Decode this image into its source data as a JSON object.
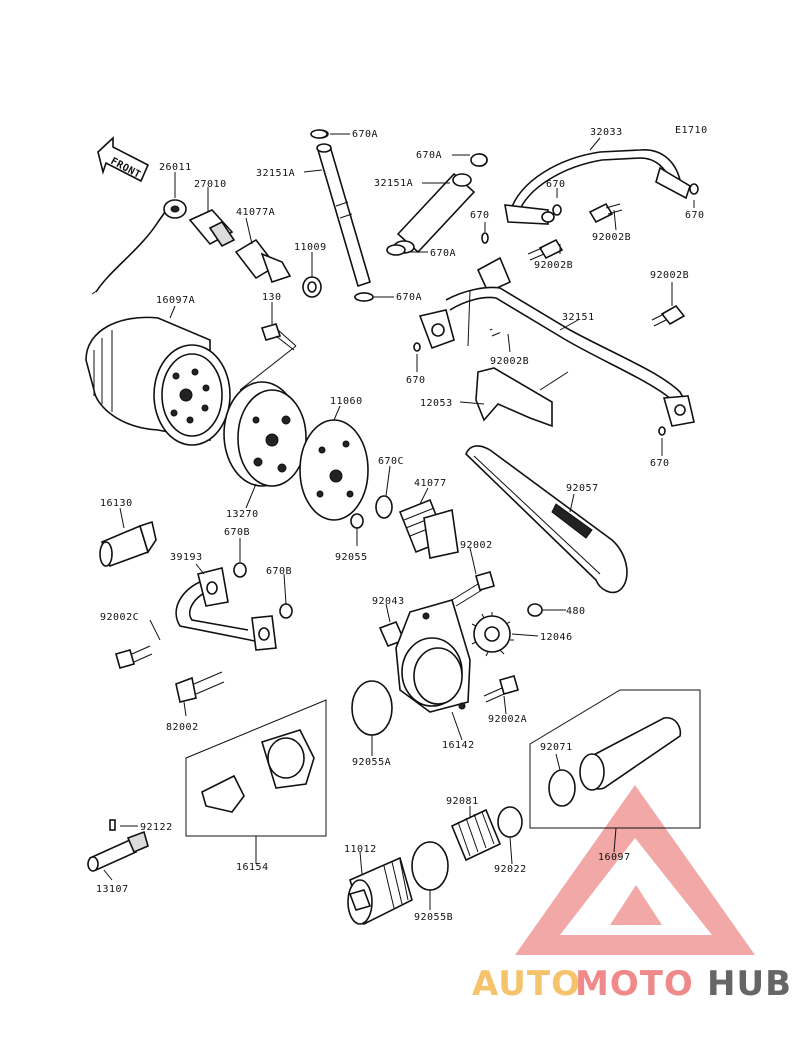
{
  "diagram_code": "E1710",
  "front_label": "FRONT",
  "watermark": {
    "part1": "AUTO",
    "part2": "MOTO",
    "part3": "HUB",
    "color1": "#f5c36b",
    "color2": "#f08a8a",
    "color3": "#666666"
  },
  "labels": {
    "l670A_1": "670A",
    "l32151A_1": "32151A",
    "l670A_2": "670A",
    "l32151A_2": "32151A",
    "l670A_3": "670A",
    "l670A_4": "670A",
    "l32033": "32033",
    "l670_1": "670",
    "l670_2": "670",
    "l670_3": "670",
    "l92002B_1": "92002B",
    "l92002B_2": "92002B",
    "l92002B_3": "92002B",
    "l92002B_4": "92002B",
    "l26011": "26011",
    "l27010": "27010",
    "l41077A": "41077A",
    "l11009": "11009",
    "l16097A": "16097A",
    "l130": "130",
    "l32151": "32151",
    "l670_4": "670",
    "l12053": "12053",
    "l670_5": "670",
    "l11060": "11060",
    "l670C": "670C",
    "l41077": "41077",
    "l92057": "92057",
    "l16130": "16130",
    "l13270": "13270",
    "l670B_1": "670B",
    "l92055": "92055",
    "l39193": "39193",
    "l670B_2": "670B",
    "l92002": "92002",
    "l92043": "92043",
    "l480": "480",
    "l92002C": "92002C",
    "l12046": "12046",
    "l82002": "82002",
    "l92002A": "92002A",
    "l92055A": "92055A",
    "l16142": "16142",
    "l92071": "92071",
    "l92081": "92081",
    "l92122": "92122",
    "l16154": "16154",
    "l11012": "11012",
    "l92022": "92022",
    "l16097": "16097",
    "l13107": "13107",
    "l92055B": "92055B"
  }
}
